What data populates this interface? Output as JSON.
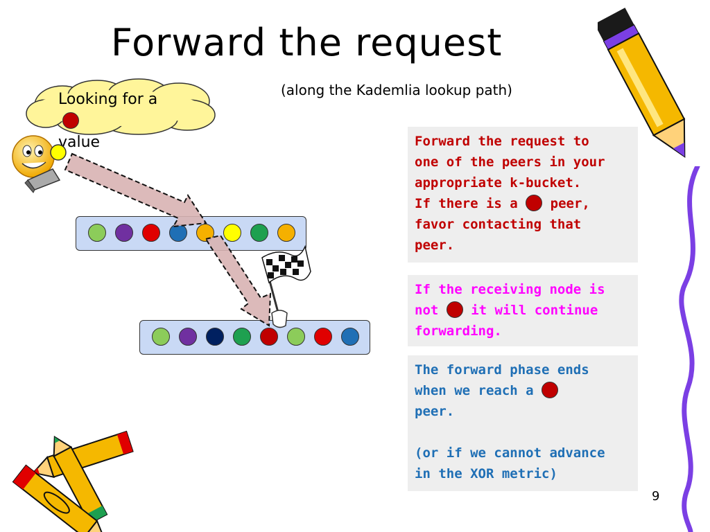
{
  "slide": {
    "title": "Forward the request",
    "subtitle": "(along the Kademlia lookup path)",
    "page_number": "9"
  },
  "cloud": {
    "line1": "Looking for a",
    "line2": "value"
  },
  "colors": {
    "target_red": "#c00000",
    "bar_fill": "#c9d9f5",
    "arrow_fill": "#d8b3b3",
    "box_bg": "#eeeeee",
    "text_red": "#c00000",
    "text_magenta": "#ff00ff",
    "text_blue": "#1f6fb5"
  },
  "bucket_rows": [
    {
      "nodes": [
        "#8ccc5a",
        "#7030a0",
        "#e00000",
        "#1f6fb5",
        "#f5b000",
        "#ffff00",
        "#1ea050",
        "#f5b000"
      ]
    },
    {
      "nodes": [
        "#8ccc5a",
        "#7030a0",
        "#002060",
        "#1ea050",
        "#c00000",
        "#8ccc5a",
        "#e00000",
        "#1f6fb5"
      ]
    }
  ],
  "boxes": {
    "box1": {
      "line1": "Forward the request to",
      "line2": "one of the peers in your",
      "line3": "appropriate k-bucket.",
      "line4_before": "If there is a",
      "line4_after": "peer,",
      "line5": "favor contacting that",
      "line6": "peer."
    },
    "box2": {
      "line1": "If the receiving node is",
      "line2_before": "not",
      "line2_after": "it will continue",
      "line3": "forwarding."
    },
    "box3": {
      "line1": "The forward phase ends",
      "line2_before": "when we reach a",
      "line3": "peer.",
      "line4": "(or if we cannot advance",
      "line5": "in the XOR metric)"
    }
  }
}
